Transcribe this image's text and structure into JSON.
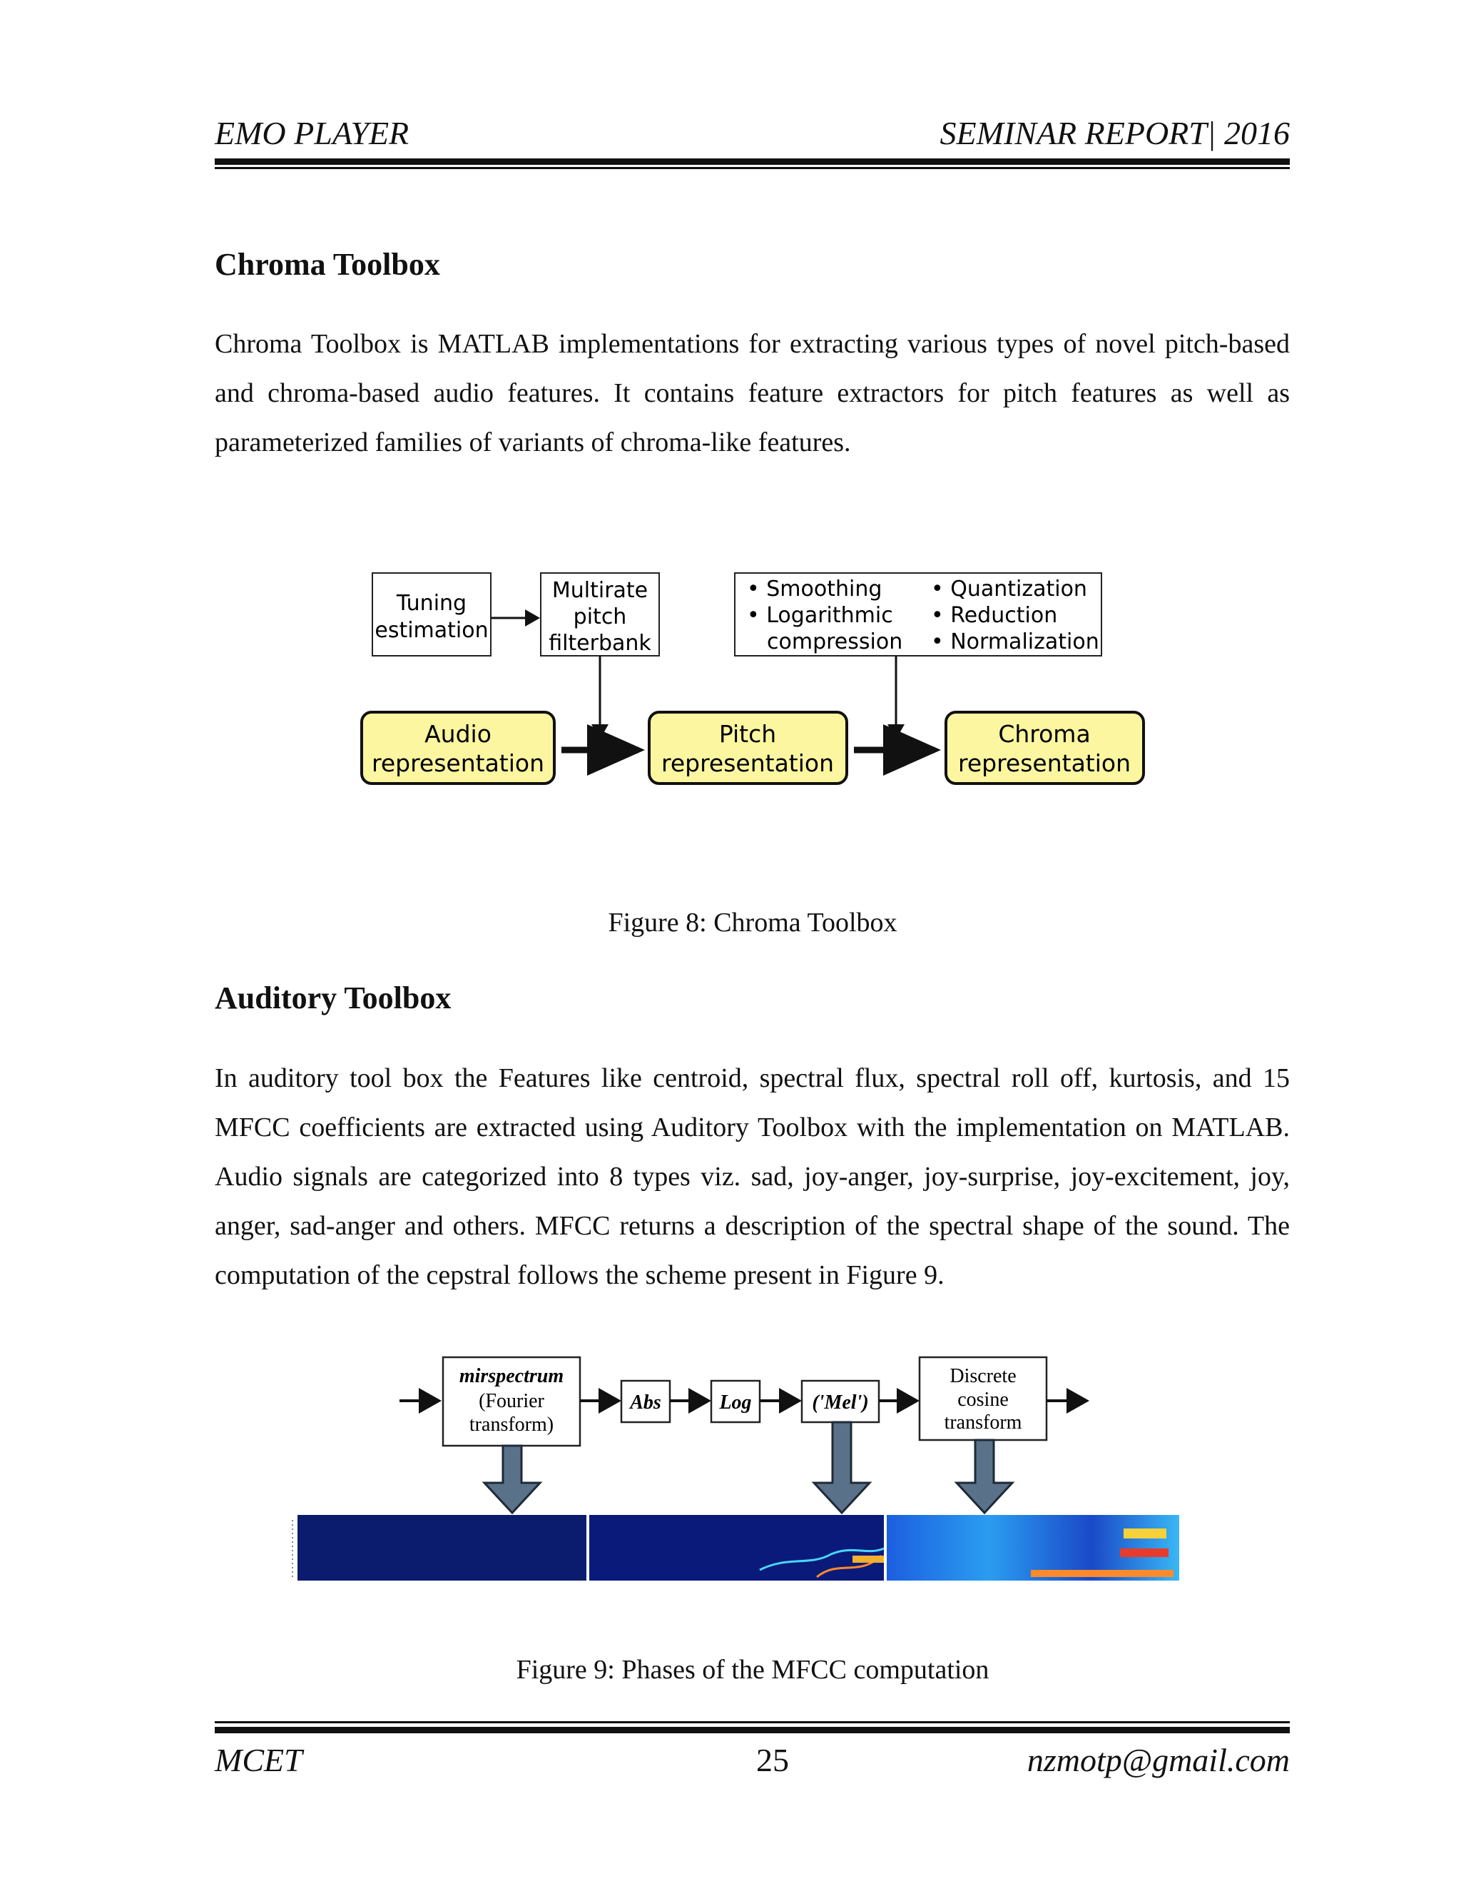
{
  "header": {
    "left": "EMO PLAYER",
    "right": "SEMINAR REPORT| 2016"
  },
  "section1": {
    "heading": "Chroma Toolbox",
    "paragraph": "Chroma Toolbox is MATLAB implementations for extracting various types of novel pitch-based and chroma-based audio features. It contains feature extractors for pitch features as well as parameterized families of variants of chroma-like features."
  },
  "figure8": {
    "caption": "Figure 8:  Chroma Toolbox",
    "tuning": [
      "Tuning",
      "estimation"
    ],
    "filterbank": [
      "Multirate",
      "pitch",
      "filterbank"
    ],
    "options_left": [
      "• Smoothing",
      "• Logarithmic",
      "compression"
    ],
    "options_right": [
      "• Quantization",
      "• Reduction",
      "• Normalization"
    ],
    "audio": [
      "Audio",
      "representation"
    ],
    "pitch": [
      "Pitch",
      "representation"
    ],
    "chroma": [
      "Chroma",
      "representation"
    ],
    "colors": {
      "yellow_box": "#fcf6a0"
    }
  },
  "section2": {
    "heading": "Auditory Toolbox",
    "paragraph": "In auditory tool box the Features like centroid, spectral flux, spectral roll off, kurtosis, and 15 MFCC coefficients are extracted using Auditory Toolbox with the implementation on MATLAB. Audio signals are categorized into 8 types viz. sad, joy-anger, joy-surprise, joy-excitement, joy, anger, sad-anger and others. MFCC returns a description of the spectral shape of the sound. The computation of the cepstral follows the scheme present in Figure 9."
  },
  "figure9": {
    "caption": "Figure 9: Phases of the MFCC computation",
    "mirspectrum": [
      "mirspectrum",
      "(Fourier",
      "transform)"
    ],
    "abs": "Abs",
    "log": "Log",
    "mel": "('Mel')",
    "dct": [
      "Discrete",
      "cosine",
      "transform"
    ],
    "colors": {
      "arrow_fill": "#5a7289",
      "spectrogram_dark": "#0b1b6e"
    }
  },
  "footer": {
    "left": "MCET",
    "page": "25",
    "right": "nzmotp@gmail.com"
  }
}
